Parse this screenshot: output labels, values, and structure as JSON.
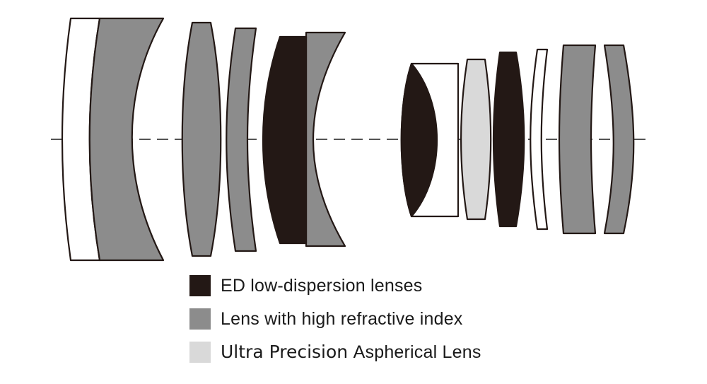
{
  "colors": {
    "ed_lens": "#231815",
    "high_index_lens": "#8c8c8c",
    "aspherical_lens": "#d9d9d9",
    "clear_lens": "#ffffff",
    "outline": "#231815",
    "axis": "#3c3c3c",
    "text": "#1a1a1a",
    "background": "#ffffff"
  },
  "legend": {
    "ed": {
      "label": "ED low-dispersion lenses"
    },
    "high_index": {
      "label": "Lens with high refractive index"
    },
    "aspherical": {
      "brand": "Ultra Precision",
      "rest": "Aspherical Lens"
    }
  },
  "diagram": {
    "elements": [
      {
        "id": "1",
        "fill": "clear"
      },
      {
        "id": "2",
        "fill": "high_index"
      },
      {
        "id": "3",
        "fill": "high_index"
      },
      {
        "id": "4",
        "fill": "high_index"
      },
      {
        "id": "5",
        "fill": "ed"
      },
      {
        "id": "6",
        "fill": "high_index"
      },
      {
        "id": "7a",
        "fill": "ed"
      },
      {
        "id": "7b",
        "fill": "clear"
      },
      {
        "id": "8",
        "fill": "aspherical"
      },
      {
        "id": "9",
        "fill": "ed"
      },
      {
        "id": "10",
        "fill": "clear"
      },
      {
        "id": "11",
        "fill": "high_index"
      },
      {
        "id": "12",
        "fill": "high_index"
      }
    ]
  }
}
